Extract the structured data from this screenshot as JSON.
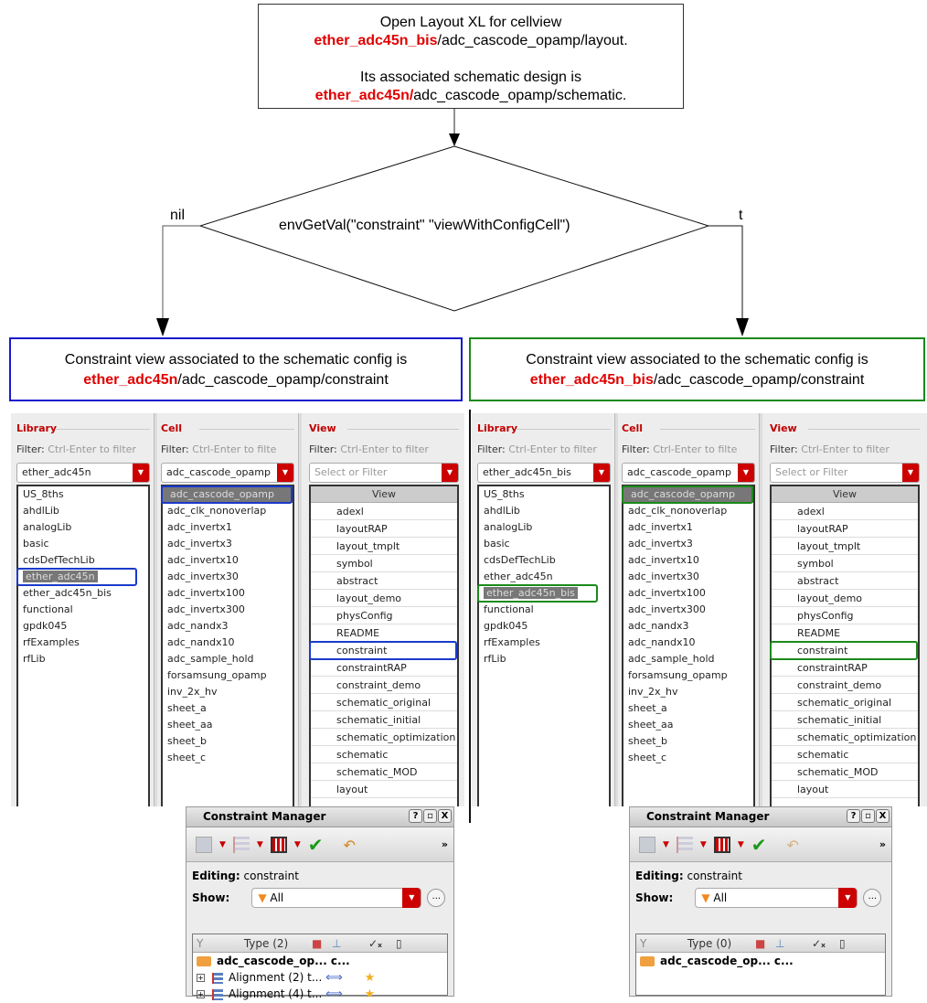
{
  "flowchart": {
    "start_box": {
      "line1": "Open Layout XL for cellview",
      "line2_lib": "ether_adc45n_bis",
      "line2_rest": "/adc_cascode_opamp/layout.",
      "line3": "Its associated schematic design is",
      "line4_lib": "ether_adc45n/",
      "line4_rest": "adc_cascode_opamp/schematic."
    },
    "decision": {
      "text": "envGetVal(\"constraint\" \"viewWithConfigCell\")",
      "branch_left": "nil",
      "branch_right": "t"
    },
    "result_left": {
      "line1": "Constraint view associated to the schematic config is",
      "lib": "ether_adc45n",
      "rest": "/adc_cascode_opamp/constraint",
      "border_color": "#1a1acc"
    },
    "result_right": {
      "line1": "Constraint view associated to the schematic config is",
      "lib": "ether_adc45n_bis",
      "rest": "/adc_cascode_opamp/constraint",
      "border_color": "#1a8a1a"
    }
  },
  "browser_left": {
    "library_header": "Library",
    "cell_header": "Cell",
    "view_header": "View",
    "filter_label": "Filter:",
    "filter_hint_lib": "Ctrl-Enter to filter",
    "filter_hint_cell": "Ctrl-Enter to filte",
    "filter_hint_view": "Ctrl-Enter to filter",
    "library_value": "ether_adc45n",
    "cell_value": "adc_cascode_opamp",
    "view_placeholder": "Select or Filter",
    "view_column": "View",
    "libraries": [
      "US_8ths",
      "ahdlLib",
      "analogLib",
      "basic",
      "cdsDefTechLib",
      "ether_adc45n",
      "ether_adc45n_bis",
      "functional",
      "gpdk045",
      "rfExamples",
      "rfLib"
    ],
    "selected_library": "ether_adc45n",
    "cells": [
      "adc_cascode_opamp",
      "adc_clk_nonoverlap",
      "adc_invertx1",
      "adc_invertx3",
      "adc_invertx10",
      "adc_invertx30",
      "adc_invertx100",
      "adc_invertx300",
      "adc_nandx3",
      "adc_nandx10",
      "adc_sample_hold",
      "forsamsung_opamp",
      "inv_2x_hv",
      "sheet_a",
      "sheet_aa",
      "sheet_b",
      "sheet_c"
    ],
    "views": [
      "adexl",
      "layoutRAP",
      "layout_tmplt",
      "symbol",
      "abstract",
      "layout_demo",
      "physConfig",
      "README",
      "constraint",
      "constraintRAP",
      "constraint_demo",
      "schematic_original",
      "schematic_initial",
      "schematic_optimization",
      "schematic",
      "schematic_MOD",
      "layout"
    ],
    "highlight_color": "#1a3acc"
  },
  "browser_right": {
    "library_value": "ether_adc45n_bis",
    "cell_value": "adc_cascode_opamp",
    "selected_library": "ether_adc45n_bis",
    "highlight_color": "#1a8a1a"
  },
  "cm_left": {
    "title": "Constraint Manager",
    "help": "?",
    "float": "▫",
    "close": "X",
    "more": "»",
    "editing_label": "Editing:",
    "editing_value": "constraint",
    "show_label": "Show:",
    "show_value": "All",
    "ellipsis": "...",
    "type_header": "Type (2)",
    "root": "adc_cascode_op... c...",
    "rows": [
      {
        "name": "Alignment (2)",
        "trunc": "t..."
      },
      {
        "name": "Alignment (4)",
        "trunc": "t..."
      }
    ]
  },
  "cm_right": {
    "title": "Constraint Manager",
    "editing_value": "constraint",
    "show_value": "All",
    "type_header": "Type (0)",
    "root": "adc_cascode_op... c..."
  }
}
